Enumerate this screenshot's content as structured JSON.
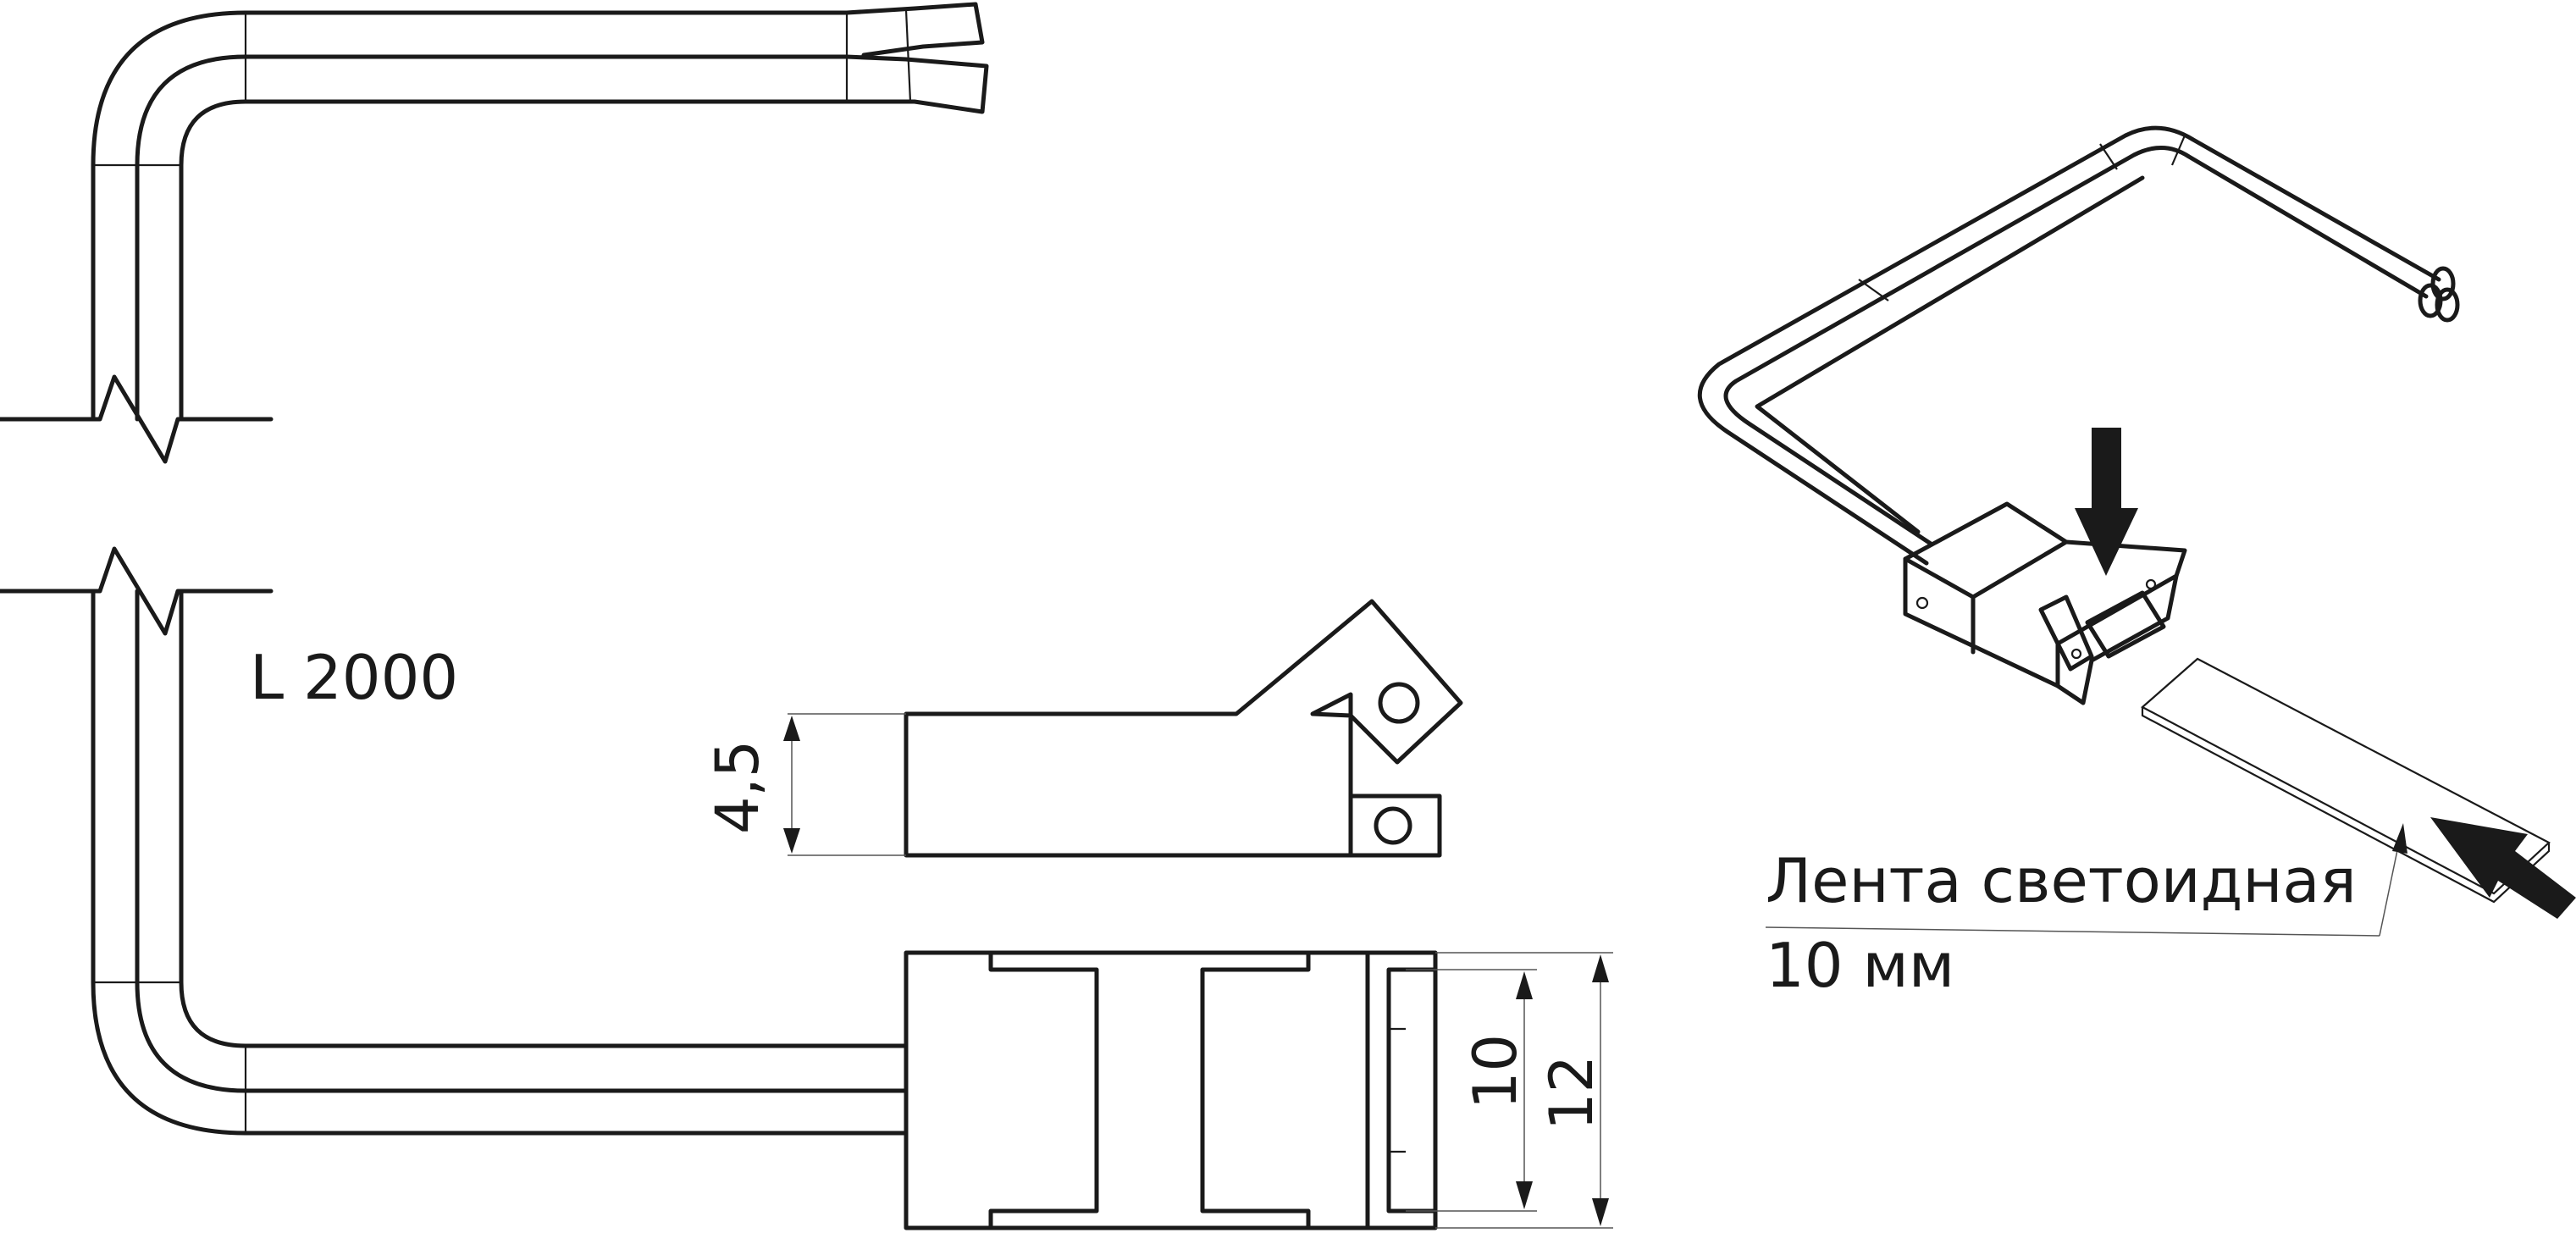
{
  "labels": {
    "length": "L 2000",
    "height_dim": "4,5",
    "inner_width_dim": "10",
    "outer_width_dim": "12",
    "strip_line1": "Лента светоидная",
    "strip_line2": "10 мм"
  },
  "colors": {
    "line": "#1a1a1a",
    "dimension": "#555555",
    "background": "#ffffff"
  }
}
